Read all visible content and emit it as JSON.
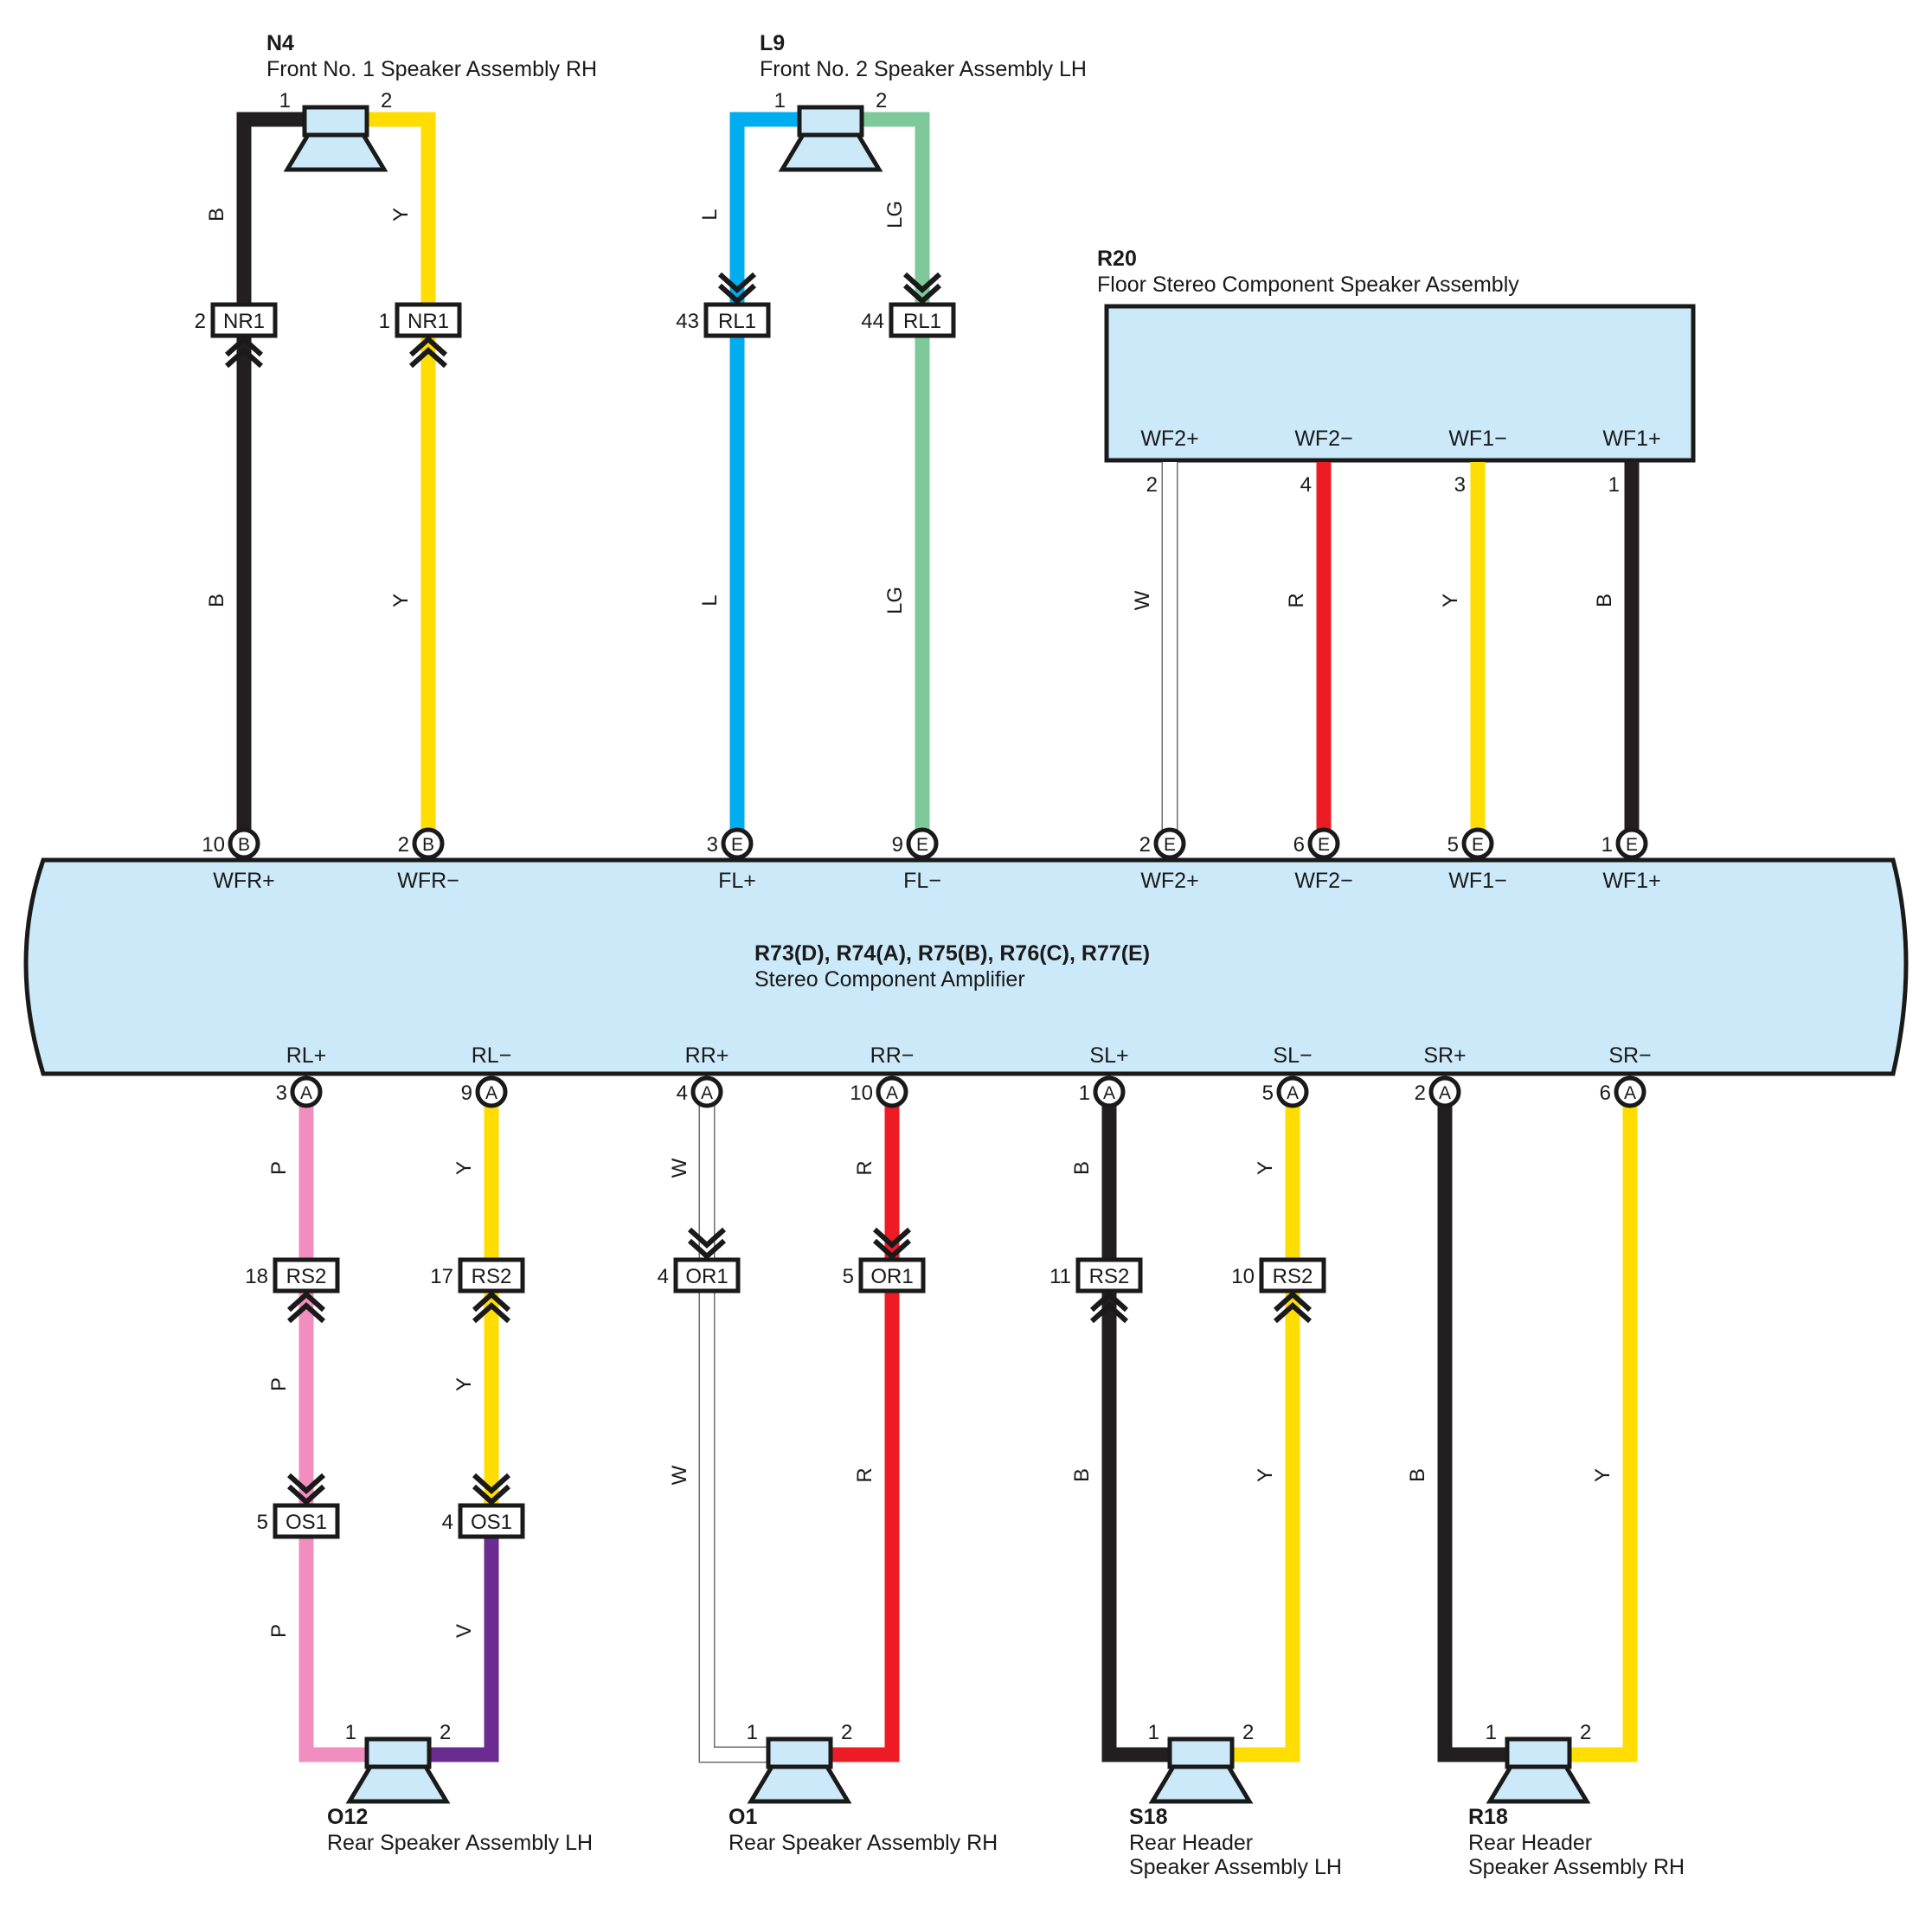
{
  "colors": {
    "B": "#231f20",
    "Y": "#ffdd00",
    "L": "#00aeef",
    "LG": "#7dc99a",
    "R": "#ed1c24",
    "W": "#ffffff",
    "P": "#f18dbf",
    "V": "#6a2c91",
    "fill": "#cce9f9"
  },
  "amplifier": {
    "code": "R73(D), R74(A), R75(B), R76(C), R77(E)",
    "name": "Stereo Component Amplifier"
  },
  "r20": {
    "code": "R20",
    "name": "Floor Stereo Component Speaker Assembly"
  },
  "speakers": [
    {
      "code": "N4",
      "name1": "Front No. 1 Speaker Assembly RH",
      "name2": "",
      "pin1": "1",
      "pin2": "2"
    },
    {
      "code": "L9",
      "name1": "Front No. 2 Speaker Assembly LH",
      "name2": "",
      "pin1": "1",
      "pin2": "2"
    },
    {
      "code": "O12",
      "name1": "Rear Speaker Assembly LH",
      "name2": "",
      "pin1": "1",
      "pin2": "2"
    },
    {
      "code": "O1",
      "name1": "Rear Speaker Assembly RH",
      "name2": "",
      "pin1": "1",
      "pin2": "2"
    },
    {
      "code": "S18",
      "name1": "Rear Header",
      "name2": "Speaker Assembly LH",
      "pin1": "1",
      "pin2": "2"
    },
    {
      "code": "R18",
      "name1": "Rear Header",
      "name2": "Speaker Assembly RH",
      "pin1": "1",
      "pin2": "2"
    }
  ],
  "wires": [
    {
      "id": "wfrp",
      "signal": "WFR+",
      "letter": "B",
      "pin": "10",
      "color": "B",
      "mid": {
        "box": "NR1",
        "pin": "2"
      }
    },
    {
      "id": "wfrn",
      "signal": "WFR−",
      "letter": "B",
      "pin": "2",
      "color": "Y",
      "mid": {
        "box": "NR1",
        "pin": "1"
      }
    },
    {
      "id": "flp",
      "signal": "FL+",
      "letter": "E",
      "pin": "3",
      "color": "L",
      "mid": {
        "box": "RL1",
        "pin": "43"
      }
    },
    {
      "id": "fln",
      "signal": "FL−",
      "letter": "E",
      "pin": "9",
      "color": "LG",
      "mid": {
        "box": "RL1",
        "pin": "44"
      }
    },
    {
      "id": "wf2p",
      "signal": "WF2+",
      "letter": "E",
      "pin": "2",
      "color": "W",
      "r20pin": "2"
    },
    {
      "id": "wf2n",
      "signal": "WF2−",
      "letter": "E",
      "pin": "6",
      "color": "R",
      "r20pin": "4"
    },
    {
      "id": "wf1n",
      "signal": "WF1−",
      "letter": "E",
      "pin": "5",
      "color": "Y",
      "r20pin": "3"
    },
    {
      "id": "wf1p",
      "signal": "WF1+",
      "letter": "E",
      "pin": "1",
      "color": "B",
      "r20pin": "1"
    },
    {
      "id": "rlp",
      "signal": "RL+",
      "letter": "A",
      "pin": "3",
      "color": "P",
      "mid": {
        "box": "RS2",
        "pin": "18"
      },
      "mid2": {
        "box": "OS1",
        "pin": "5"
      },
      "color2": "P"
    },
    {
      "id": "rln",
      "signal": "RL−",
      "letter": "A",
      "pin": "9",
      "color": "Y",
      "mid": {
        "box": "RS2",
        "pin": "17"
      },
      "mid2": {
        "box": "OS1",
        "pin": "4"
      },
      "color2": "V"
    },
    {
      "id": "rrp",
      "signal": "RR+",
      "letter": "A",
      "pin": "4",
      "color": "W",
      "mid": {
        "box": "OR1",
        "pin": "4"
      }
    },
    {
      "id": "rrn",
      "signal": "RR−",
      "letter": "A",
      "pin": "10",
      "color": "R",
      "mid": {
        "box": "OR1",
        "pin": "5"
      }
    },
    {
      "id": "slp",
      "signal": "SL+",
      "letter": "A",
      "pin": "1",
      "color": "B",
      "mid": {
        "box": "RS2",
        "pin": "11"
      }
    },
    {
      "id": "sln",
      "signal": "SL−",
      "letter": "A",
      "pin": "5",
      "color": "Y",
      "mid": {
        "box": "RS2",
        "pin": "10"
      }
    },
    {
      "id": "srp",
      "signal": "SR+",
      "letter": "A",
      "pin": "2",
      "color": "B"
    },
    {
      "id": "srn",
      "signal": "SR−",
      "letter": "A",
      "pin": "6",
      "color": "Y"
    }
  ]
}
